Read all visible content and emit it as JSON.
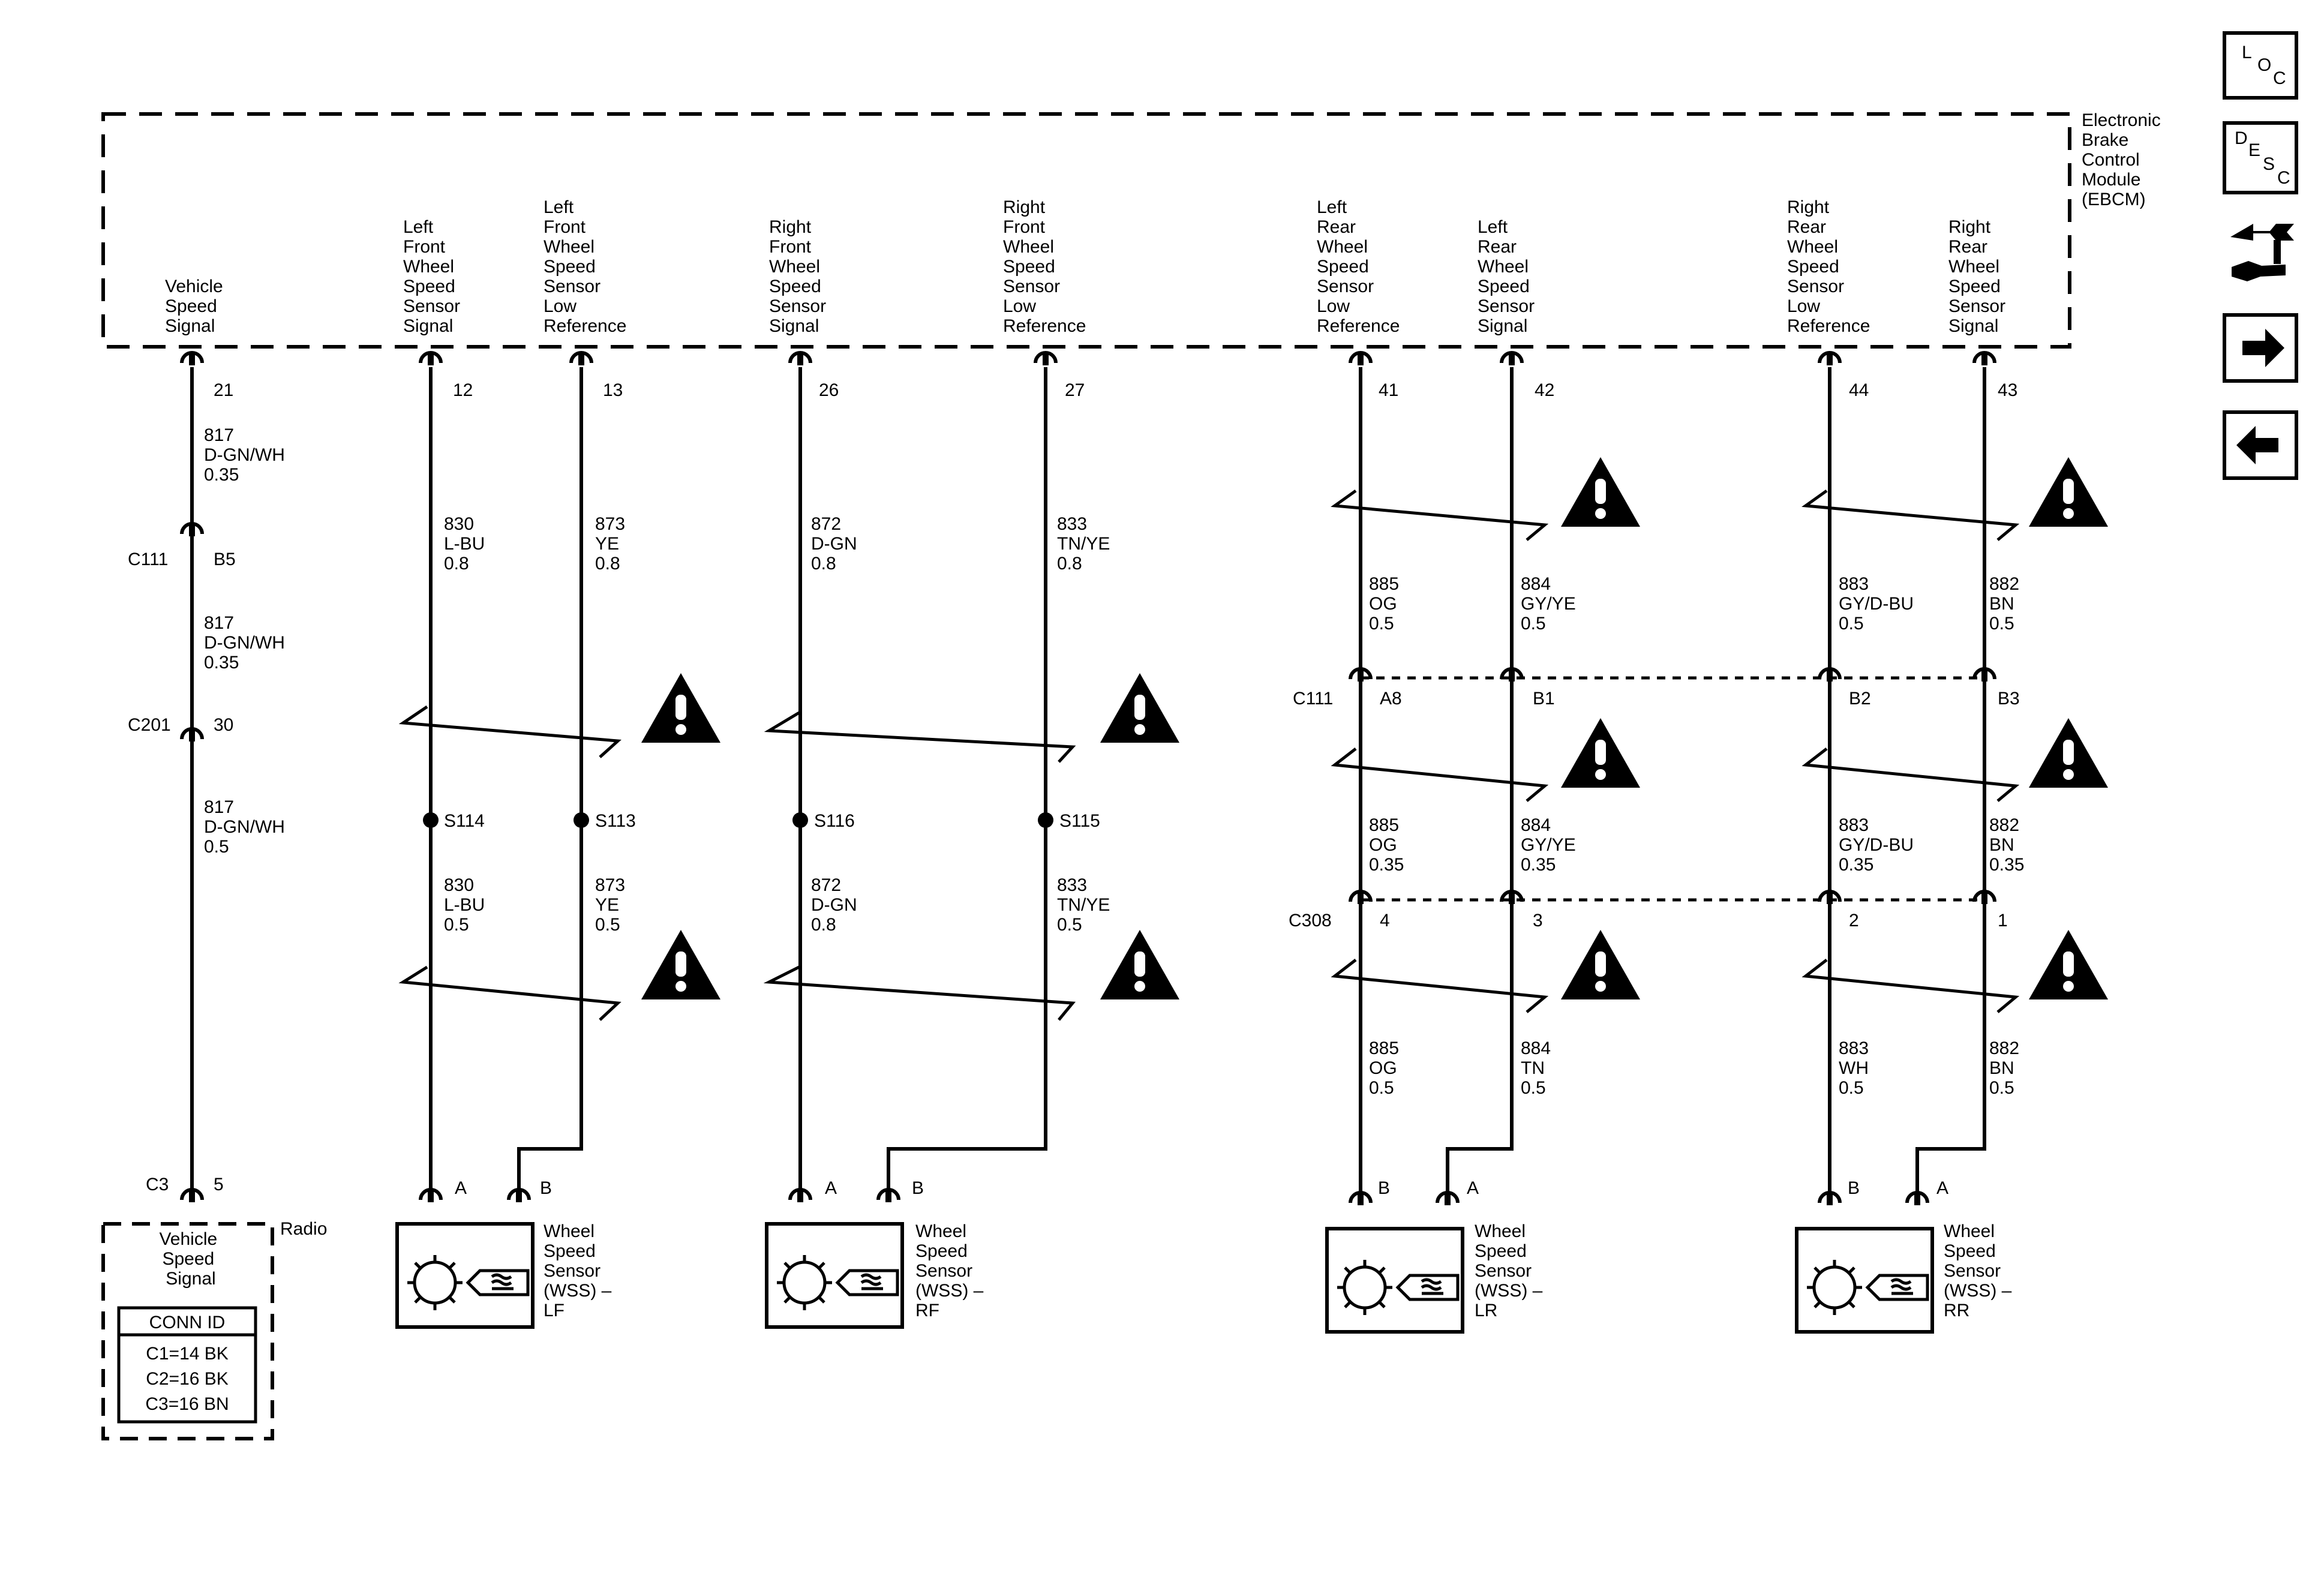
{
  "module": {
    "name_lines": [
      "Electronic",
      "Brake",
      "Control",
      "Module",
      "(EBCM)"
    ]
  },
  "signals": [
    {
      "id": "vss",
      "lines": [
        "Vehicle",
        "Speed",
        "Signal"
      ],
      "pin": "21"
    },
    {
      "id": "lf-sig",
      "lines": [
        "Left",
        "Front",
        "Wheel",
        "Speed",
        "Sensor",
        "Signal"
      ],
      "pin": "12"
    },
    {
      "id": "lf-low",
      "lines": [
        "Left",
        "Front",
        "Wheel",
        "Speed",
        "Sensor",
        "Low",
        "Reference"
      ],
      "pin": "13"
    },
    {
      "id": "rf-sig",
      "lines": [
        "Right",
        "Front",
        "Wheel",
        "Speed",
        "Sensor",
        "Signal"
      ],
      "pin": "26"
    },
    {
      "id": "rf-low",
      "lines": [
        "Right",
        "Front",
        "Wheel",
        "Speed",
        "Sensor",
        "Low",
        "Reference"
      ],
      "pin": "27"
    },
    {
      "id": "lr-low",
      "lines": [
        "Left",
        "Rear",
        "Wheel",
        "Speed",
        "Sensor",
        "Low",
        "Reference"
      ],
      "pin": "41"
    },
    {
      "id": "lr-sig",
      "lines": [
        "Left",
        "Rear",
        "Wheel",
        "Speed",
        "Sensor",
        "Signal"
      ],
      "pin": "42"
    },
    {
      "id": "rr-low",
      "lines": [
        "Right",
        "Rear",
        "Wheel",
        "Speed",
        "Sensor",
        "Low",
        "Reference"
      ],
      "pin": "44"
    },
    {
      "id": "rr-sig",
      "lines": [
        "Right",
        "Rear",
        "Wheel",
        "Speed",
        "Sensor",
        "Signal"
      ],
      "pin": "43"
    }
  ],
  "wire_labels": [
    {
      "circuit": "817",
      "color": "D-GN/WH",
      "size": "0.35"
    },
    {
      "circuit": "817",
      "color": "D-GN/WH",
      "size": "0.35"
    },
    {
      "circuit": "817",
      "color": "D-GN/WH",
      "size": "0.5"
    },
    {
      "circuit": "830",
      "color": "L-BU",
      "size": "0.8"
    },
    {
      "circuit": "873",
      "color": "YE",
      "size": "0.8"
    },
    {
      "circuit": "872",
      "color": "D-GN",
      "size": "0.8"
    },
    {
      "circuit": "833",
      "color": "TN/YE",
      "size": "0.8"
    },
    {
      "circuit": "830",
      "color": "L-BU",
      "size": "0.5"
    },
    {
      "circuit": "873",
      "color": "YE",
      "size": "0.5"
    },
    {
      "circuit": "872",
      "color": "D-GN",
      "size": "0.8"
    },
    {
      "circuit": "833",
      "color": "TN/YE",
      "size": "0.5"
    },
    {
      "circuit": "885",
      "color": "OG",
      "size": "0.5"
    },
    {
      "circuit": "884",
      "color": "GY/YE",
      "size": "0.5"
    },
    {
      "circuit": "883",
      "color": "GY/D-BU",
      "size": "0.5"
    },
    {
      "circuit": "882",
      "color": "BN",
      "size": "0.5"
    },
    {
      "circuit": "885",
      "color": "OG",
      "size": "0.35"
    },
    {
      "circuit": "884",
      "color": "GY/YE",
      "size": "0.35"
    },
    {
      "circuit": "883",
      "color": "GY/D-BU",
      "size": "0.35"
    },
    {
      "circuit": "882",
      "color": "BN",
      "size": "0.35"
    },
    {
      "circuit": "885",
      "color": "OG",
      "size": "0.5"
    },
    {
      "circuit": "884",
      "color": "TN",
      "size": "0.5"
    },
    {
      "circuit": "883",
      "color": "WH",
      "size": "0.5"
    },
    {
      "circuit": "882",
      "color": "BN",
      "size": "0.5"
    }
  ],
  "connectors": {
    "c111_left": {
      "name": "C111",
      "pin": "B5"
    },
    "c201": {
      "name": "C201",
      "pin": "30"
    },
    "c111_right": {
      "name": "C111",
      "pins": [
        "A8",
        "B1",
        "B2",
        "B3"
      ]
    },
    "c308": {
      "name": "C308",
      "pins": [
        "4",
        "3",
        "2",
        "1"
      ]
    },
    "c3": {
      "name": "C3",
      "pin": "5"
    }
  },
  "splices": [
    "S114",
    "S113",
    "S116",
    "S115"
  ],
  "sensors": [
    {
      "pins": [
        "A",
        "B"
      ],
      "lines": [
        "Wheel",
        "Speed",
        "Sensor",
        "(WSS) –",
        "LF"
      ]
    },
    {
      "pins": [
        "A",
        "B"
      ],
      "lines": [
        "Wheel",
        "Speed",
        "Sensor",
        "(WSS) –",
        "RF"
      ]
    },
    {
      "pins": [
        "B",
        "A"
      ],
      "lines": [
        "Wheel",
        "Speed",
        "Sensor",
        "(WSS) –",
        "LR"
      ]
    },
    {
      "pins": [
        "B",
        "A"
      ],
      "lines": [
        "Wheel",
        "Speed",
        "Sensor",
        "(WSS) –",
        "RR"
      ]
    }
  ],
  "radio": {
    "name": "Radio",
    "signal_lines": [
      "Vehicle",
      "Speed",
      "Signal"
    ],
    "conn_title": "CONN ID",
    "conn_rows": [
      "C1=14 BK",
      "C2=16 BK",
      "C3=16 BN"
    ]
  },
  "nav": {
    "loc": [
      "L",
      "O",
      "C"
    ],
    "desc": [
      "D",
      "E",
      "S",
      "C"
    ],
    "icons": [
      "connector-tool-icon",
      "arrow-right-icon",
      "arrow-left-icon"
    ]
  },
  "colors": {
    "line": "#000000",
    "background": "#ffffff"
  }
}
